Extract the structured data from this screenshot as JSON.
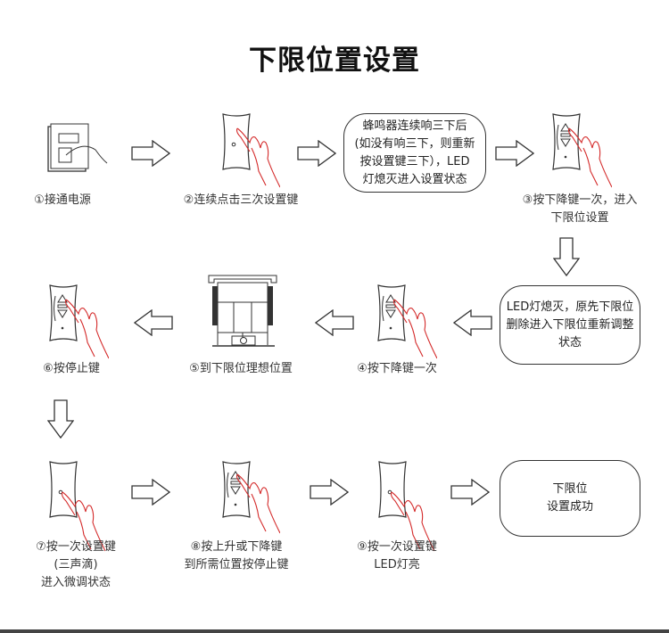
{
  "title": "下限位置设置",
  "steps": {
    "s1": "①接通电源",
    "s2": "②连续点击三次设置键",
    "s3_l1": "③按下降键一次，进入",
    "s3_l2": "下限位设置",
    "s4": "④按下降键一次",
    "s5": "⑤到下限位理想位置",
    "s6": "⑥按停止键",
    "s7_l1": "⑦按一次设置键",
    "s7_l2": "(三声滴)",
    "s7_l3": "进入微调状态",
    "s8_l1": "⑧按上升或下降键",
    "s8_l2": "到所需位置按停止键",
    "s9_l1": "⑨按一次设置键",
    "s9_l2": "LED灯亮"
  },
  "boxes": {
    "b1": [
      "蜂鸣器连续响三下后",
      "(如没有响三下，则重新",
      "按设置键三下），LED",
      "灯熄灭进入设置状态"
    ],
    "b2": [
      "LED灯熄灭，原先下限位",
      "删除进入下限位重新调整",
      "状态"
    ],
    "b3": [
      "下限位",
      "设置成功"
    ]
  },
  "colors": {
    "hand": "#d42a2a",
    "line": "#333333"
  }
}
